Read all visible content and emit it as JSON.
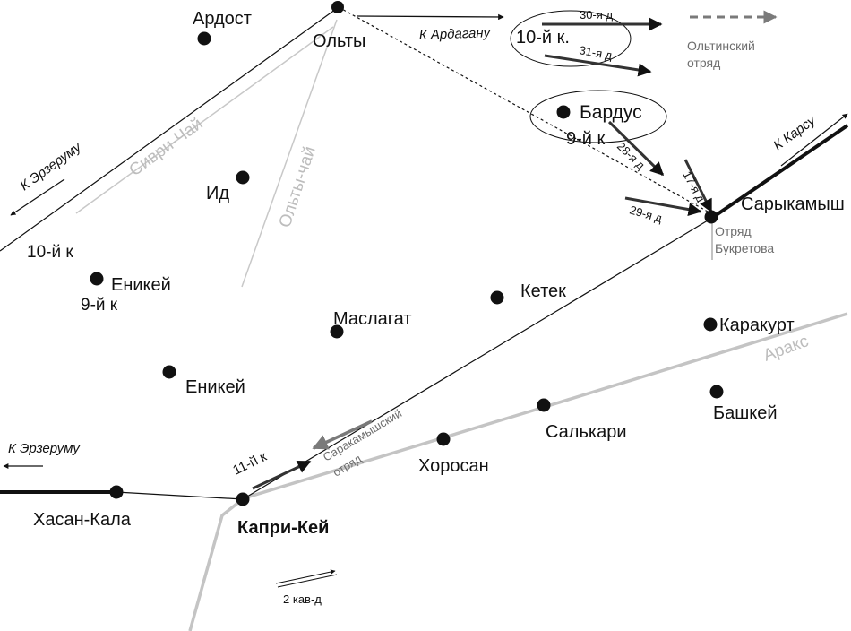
{
  "towns": {
    "ardost": "Ардост",
    "olty": "Ольты",
    "id": "Ид",
    "enikey_north": "Еникей",
    "maslagat": "Маслагат",
    "enikey_south": "Еникей",
    "ketek": "Кетек",
    "bardus": "Бардус",
    "sarykamysh": "Сарыкамыш",
    "karakurt": "Каракурт",
    "bashkey": "Башкей",
    "salkari": "Салькари",
    "khorosan": "Хоросан",
    "hasan_kala": "Хасан-Кала",
    "kapri_key": "Капри-Кей"
  },
  "rivers": {
    "sivri_chai": "Сиври-Чай",
    "olty_chai": "Ольты-чай",
    "araks": "Аракс"
  },
  "directions": {
    "to_ardagan": "К Ардагану",
    "to_erzurum_north": "К Эрзеруму",
    "to_erzurum_south": "К Эрзеруму",
    "to_kars": "К Карсу"
  },
  "units": {
    "corps_10_east": "10-й к.",
    "corps_10_west": "10-й к",
    "corps_9_bardus": "9-й к",
    "corps_9_west": "9-й к",
    "corps_11": "11-й к",
    "div_30": "30-я д",
    "div_31": "31-я д",
    "div_28": "28-я д",
    "div_17": "17-я д",
    "div_29": "29-я д",
    "cav_div_2": "2 кав-д"
  },
  "detachments": {
    "olty_line1": "Ольтинский",
    "olty_line2": "отряд",
    "bukretov_line1": "Отряд",
    "bukretov_line2": "Букретова",
    "sarykamysh_line1": "Саракамышский",
    "sarykamysh_line2": "отряд"
  },
  "colors": {
    "ink": "#111111",
    "river_grey": "#bdbdbd",
    "legend_grey": "#6e6e6e",
    "dashed_grey": "#7a7a7a"
  }
}
